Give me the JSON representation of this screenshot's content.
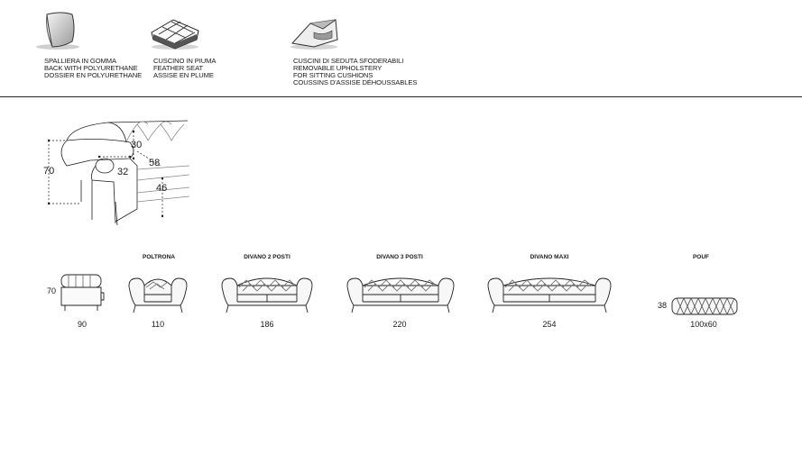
{
  "features": [
    {
      "icon": "backrest-icon",
      "lines": [
        "SPALLIERA IN GOMMA",
        "BACK WITH POLYURETHANE",
        "DOSSIER EN POLYURETHANE"
      ]
    },
    {
      "icon": "feather-cushion-icon",
      "lines": [
        "CUSCINO IN PIUMA",
        "FEATHER SEAT",
        "ASSISE EN PLUME"
      ]
    },
    {
      "icon": "removable-cover-icon",
      "lines": [
        "CUSCINI DI SEDUTA SFODERABILI",
        "REMOVABLE UPHOLSTERY",
        "FOR SITTING CUSHIONS",
        "COUSSINS D'ASSISE DÉHOUSSABLES"
      ]
    }
  ],
  "detail": {
    "height": "70",
    "arm_height": "30",
    "arm_width": "32",
    "seat_depth": "58",
    "seat_height": "46"
  },
  "products": [
    {
      "name": "",
      "width": "90",
      "side_height": "70"
    },
    {
      "name": "POLTRONA",
      "width": "110"
    },
    {
      "name": "DIVANO 2 POSTI",
      "width": "186"
    },
    {
      "name": "DIVANO 3 POSTI",
      "width": "220"
    },
    {
      "name": "DIVANO MAXI",
      "width": "254"
    },
    {
      "name": "POUF",
      "width": "100x60",
      "height": "38"
    }
  ]
}
